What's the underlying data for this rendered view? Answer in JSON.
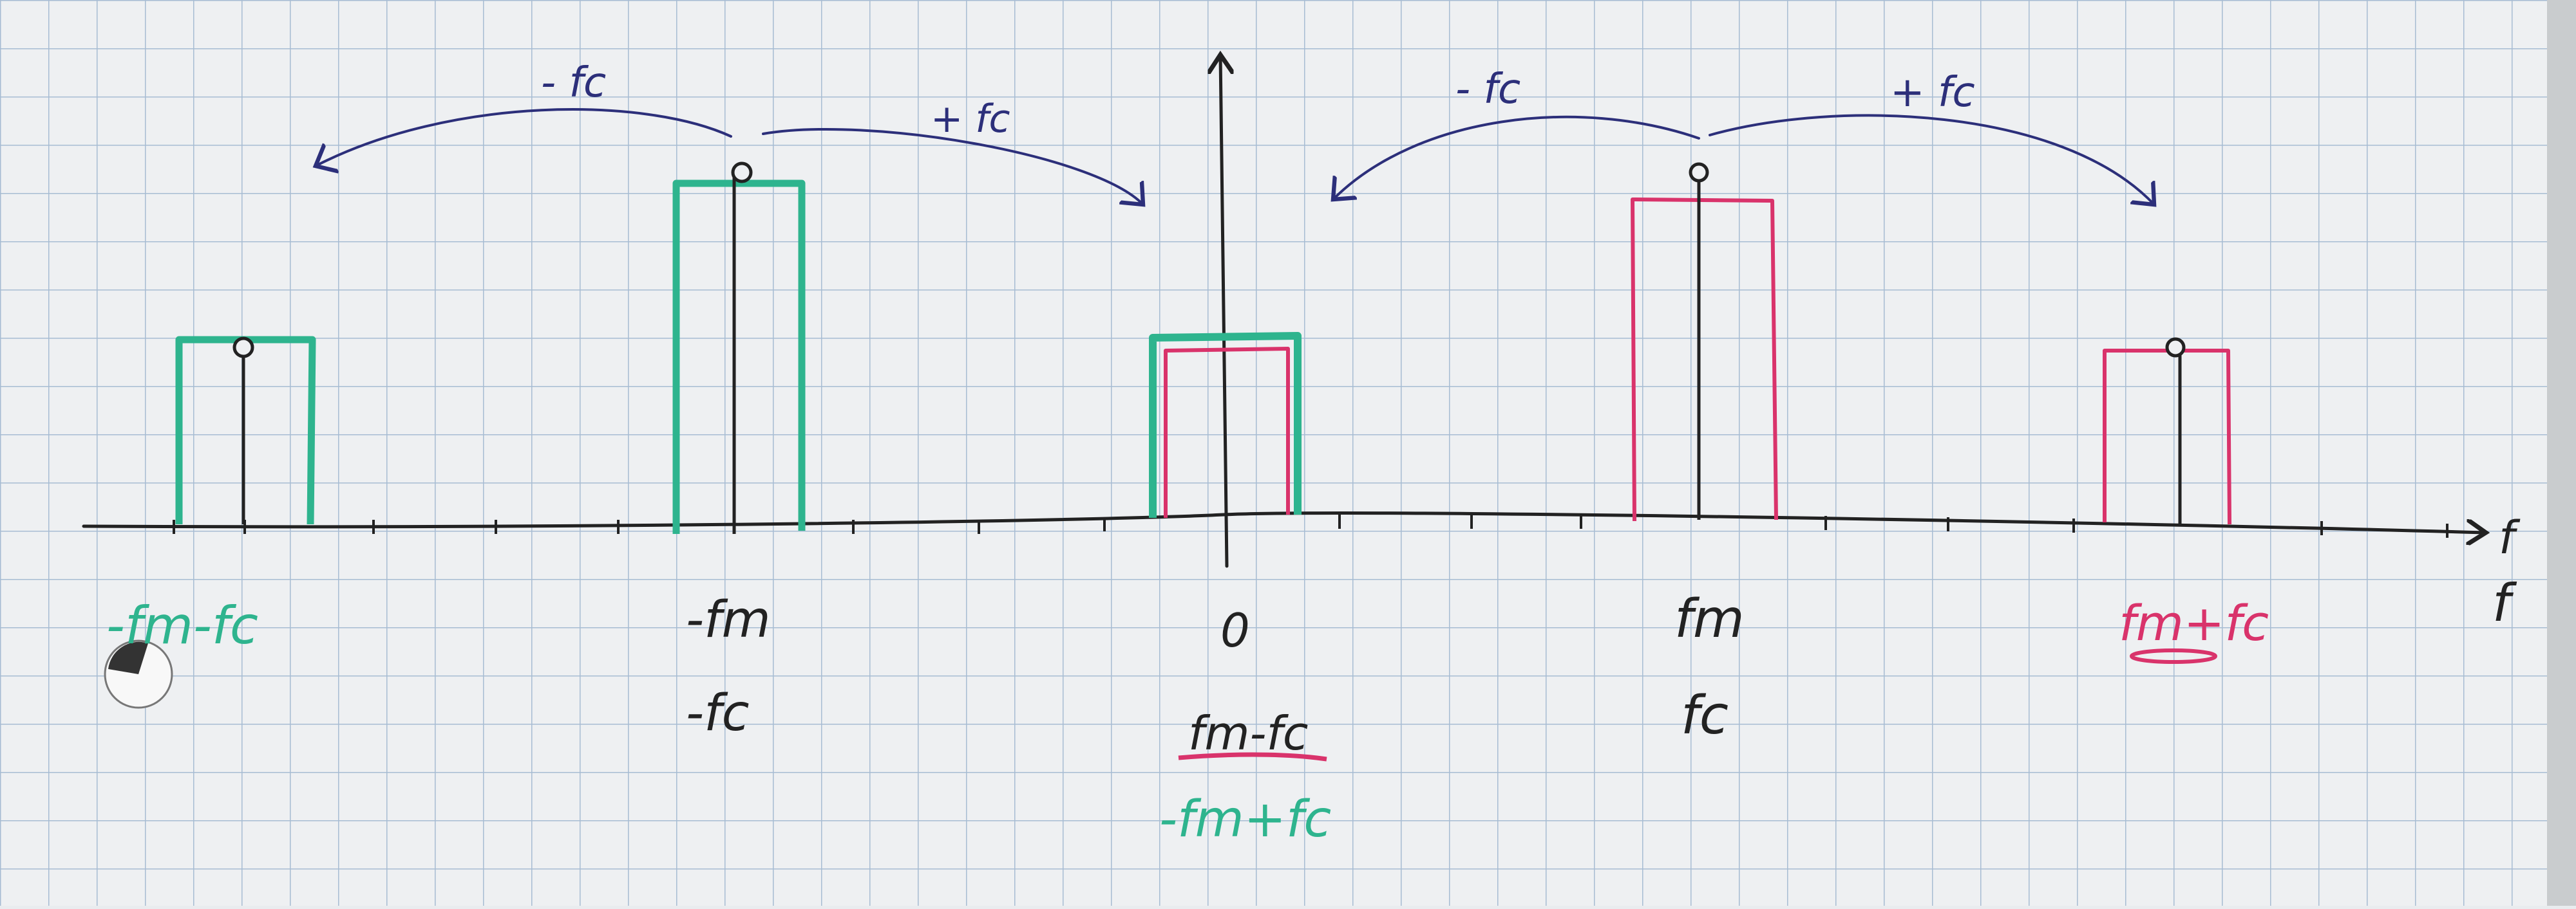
{
  "colors": {
    "paper": "#eef0f2",
    "grid": "#9fb6cf",
    "ink": "#222222",
    "green": "#2eb48e",
    "red": "#d9336b",
    "blue": "#2c2f7a"
  },
  "axis": {
    "label": "f"
  },
  "labels": {
    "l1": "-fm-fc",
    "l2a": "-fm",
    "l2b": "-fc",
    "l3a": "0",
    "l3b": "fm-fc",
    "l3c": "-fm+fc",
    "l4a": "fm",
    "l4b": "fc",
    "l5": "fm+fc"
  },
  "arrows": {
    "left_minus": "- fc",
    "left_plus": "+ fc",
    "right_minus": "- fc",
    "right_plus": "+ fc"
  },
  "icons": [
    "punch-hole-icon",
    "arrow-icon"
  ]
}
